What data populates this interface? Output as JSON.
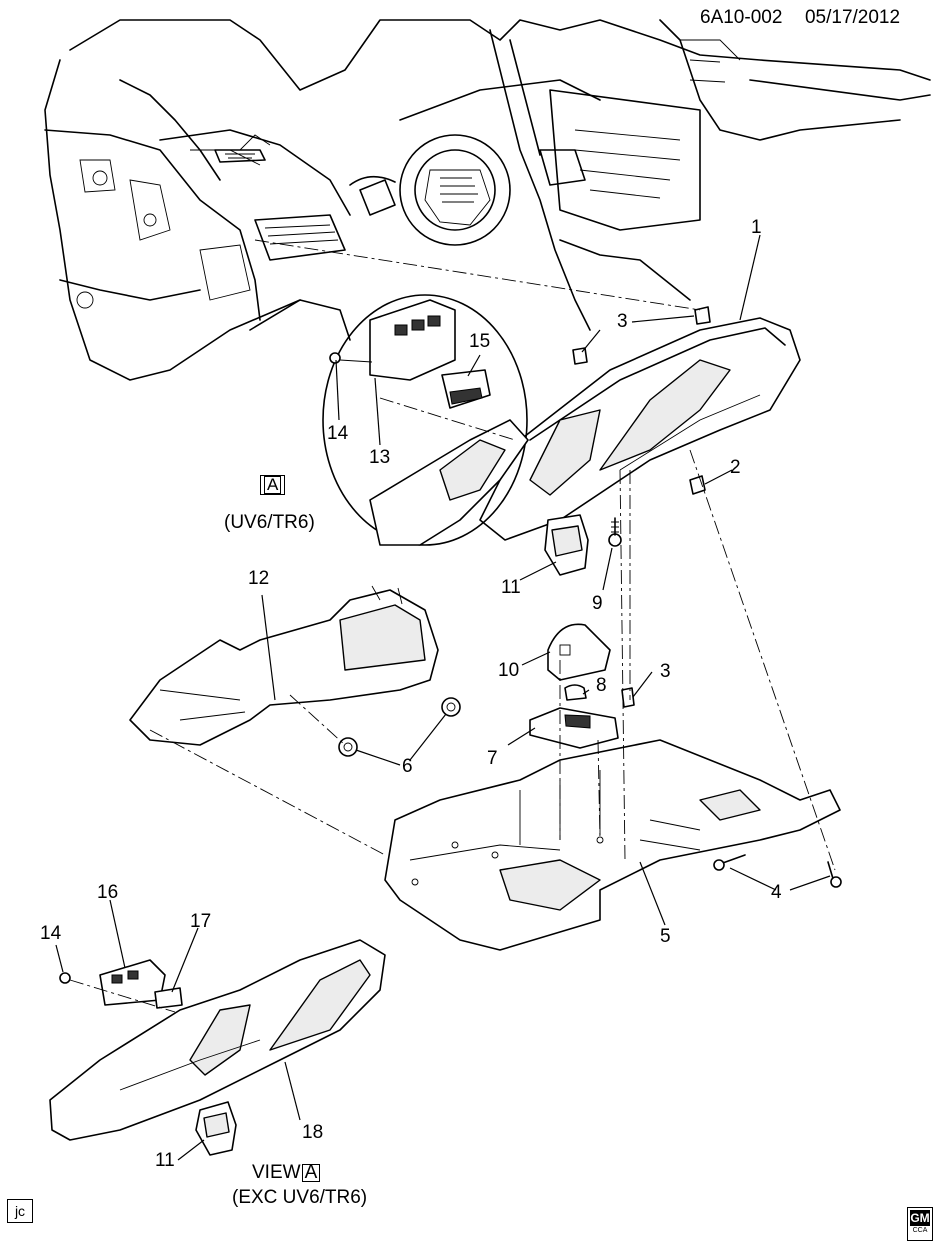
{
  "header": {
    "diagram_id": "6A10-002",
    "date": "05/17/2012"
  },
  "callouts": {
    "c1": "1",
    "c2": "2",
    "c3a": "3",
    "c3b": "3",
    "c4": "4",
    "c5": "5",
    "c6": "6",
    "c7": "7",
    "c8": "8",
    "c9": "9",
    "c10": "10",
    "c11a": "11",
    "c11b": "11",
    "c12": "12",
    "c13": "13",
    "c14a": "14",
    "c14b": "14",
    "c15": "15",
    "c16": "16",
    "c17": "17",
    "c18": "18"
  },
  "views": {
    "detail_marker": "A",
    "detail_variant": "(UV6/TR6)",
    "view_word": "VIEW",
    "view_marker": "A",
    "view_variant": "(EXC UV6/TR6)"
  },
  "footer": {
    "author_initials": "jc",
    "logo_text": "GM",
    "logo_sub": "CCA"
  }
}
